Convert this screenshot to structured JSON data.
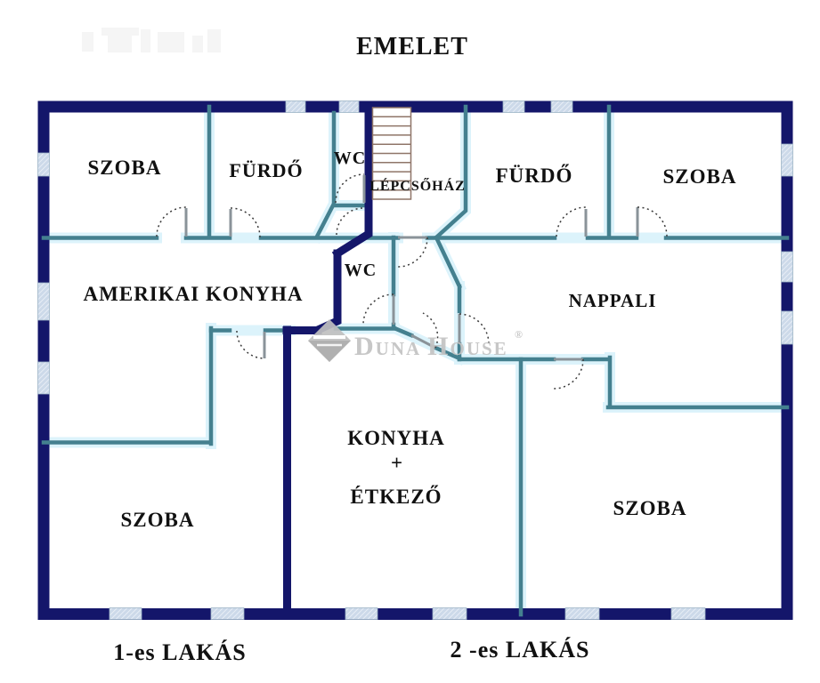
{
  "title": "EMELET",
  "rooms": {
    "szoba_top_left": "SZOBA",
    "furdo_left": "FÜRDŐ",
    "wc_upper": "WC",
    "lepcsohaz": "LÉPCSŐHÁZ",
    "furdo_right": "FÜRDŐ",
    "szoba_top_right": "SZOBA",
    "amerikai_konyha": "AMERIKAI KONYHA",
    "wc_lower": "WC",
    "nappali": "NAPPALI",
    "konyha_line1": "KONYHA",
    "konyha_plus": "+",
    "konyha_line2": "ÉTKEZŐ",
    "szoba_bottom_left": "SZOBA",
    "szoba_bottom_right": "SZOBA"
  },
  "footer": {
    "apartment_1": "1-es LAKÁS",
    "apartment_2": "2 -es LAKÁS"
  },
  "watermark": {
    "brand_part1": "Duna",
    "brand_part2": "House",
    "registered": "®"
  },
  "colors": {
    "outer_wall": "#14166a",
    "interior_wall": "#44808f",
    "wall_glow": "#d8f2fb",
    "window_fill": "#ccd9e9",
    "stair_outline": "#8f7568",
    "door_arc": "#3a3a3a",
    "door_leaf": "#8a9399",
    "label_text": "#111111",
    "watermark_gray": "#c3c3c3"
  }
}
